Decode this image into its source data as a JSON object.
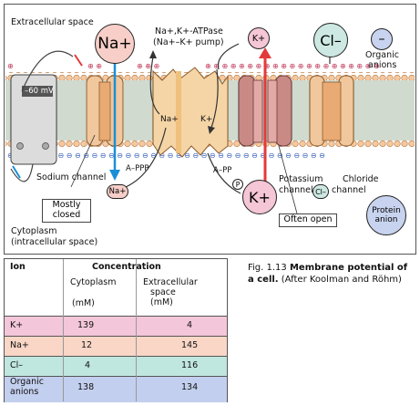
{
  "diagram": {
    "extracellular_label": "Extracellular space",
    "cytoplasm_label_1": "Cytoplasm",
    "cytoplasm_label_2": "(intracellular space)",
    "voltmeter_reading": "–60 mV",
    "pump_label_1": "Na+,K+-ATPase",
    "pump_label_2": "(Na+–K+ pump)",
    "pump_inner_na": "Na+",
    "pump_inner_k": "K+",
    "pump_adp": "A–PPP",
    "pump_adp2": "A–PP",
    "pump_p": "P",
    "ion_na": "Na+",
    "ion_k_top": "K+",
    "ion_k_big": "K+",
    "ion_na_small": "Na+",
    "ion_cl": "Cl–",
    "ion_cl_small": "Cl–",
    "ion_org": "–",
    "organic_anions_label_1": "Organic",
    "organic_anions_label_2": "anions",
    "sodium_channel_label": "Sodium channel",
    "mostly_closed_1": "Mostly",
    "mostly_closed_2": "closed",
    "potassium_channel_label_1": "Potassium",
    "potassium_channel_label_2": "channel",
    "often_open": "Often open",
    "chloride_channel_label_1": "Chloride",
    "chloride_channel_label_2": "channel",
    "protein_anion_1": "Protein",
    "protein_anion_2": "anion",
    "colors": {
      "sodium": "#f7cfc8",
      "potassium": "#f4c6d6",
      "chloride": "#cde8e2",
      "organic": "#c8d3ef",
      "channel": "#f1c79d",
      "pump": "#f5d5a6",
      "membrane": "#d5e8d0",
      "arrow_blue": "#1a8fd6",
      "arrow_red": "#e33a3a"
    }
  },
  "table": {
    "header_ion": "Ion",
    "header_concentration": "Concentration",
    "header_cytoplasm": "Cytoplasm",
    "header_cytoplasm_unit": "(mM)",
    "header_extra_1": "Extracellular",
    "header_extra_2": "space",
    "header_extra_3": "(mM)",
    "rows": [
      {
        "ion": "K+",
        "cytoplasm": "139",
        "extracellular": "4",
        "color": "#f4c6d9"
      },
      {
        "ion": "Na+",
        "cytoplasm": "12",
        "extracellular": "145",
        "color": "#f9d6c6"
      },
      {
        "ion": "Cl–",
        "cytoplasm": "4",
        "extracellular": "116",
        "color": "#bfe6df"
      },
      {
        "ion_1": "Organic",
        "ion_2": "anions",
        "cytoplasm": "138",
        "extracellular": "134",
        "color": "#c3cfee"
      }
    ]
  },
  "caption": {
    "fig_number": "Fig. 1.13",
    "bold_text": "Membrane potential of a cell.",
    "rest": "(After Koolman and Röhm)"
  }
}
